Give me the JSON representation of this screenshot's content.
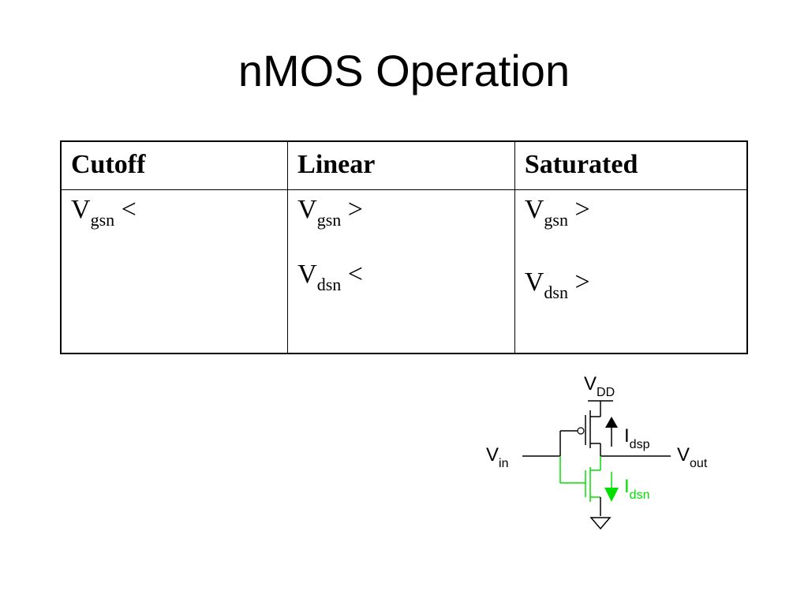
{
  "title": "nMOS Operation",
  "table": {
    "headers": [
      "Cutoff",
      "Linear",
      "Saturated"
    ],
    "cutoff": {
      "v1": "V",
      "s1": "gsn",
      "op1": "<"
    },
    "linear": {
      "v1": "V",
      "s1": "gsn",
      "op1": ">",
      "v2": "V",
      "s2": "dsn",
      "op2": "<"
    },
    "saturated": {
      "v1": "V",
      "s1": "gsn",
      "op1": ">",
      "v2": "V",
      "s2": "dsn",
      "op2": ">"
    }
  },
  "circuit": {
    "vdd": {
      "main": "V",
      "sub": "DD"
    },
    "vin": {
      "main": "V",
      "sub": "in"
    },
    "vout": {
      "main": "V",
      "sub": "out"
    },
    "idsp": {
      "main": "I",
      "sub": "dsp"
    },
    "idsn": {
      "main": "I",
      "sub": "dsn"
    },
    "colors": {
      "wire": "#000000",
      "nmos": "#00e000"
    }
  }
}
